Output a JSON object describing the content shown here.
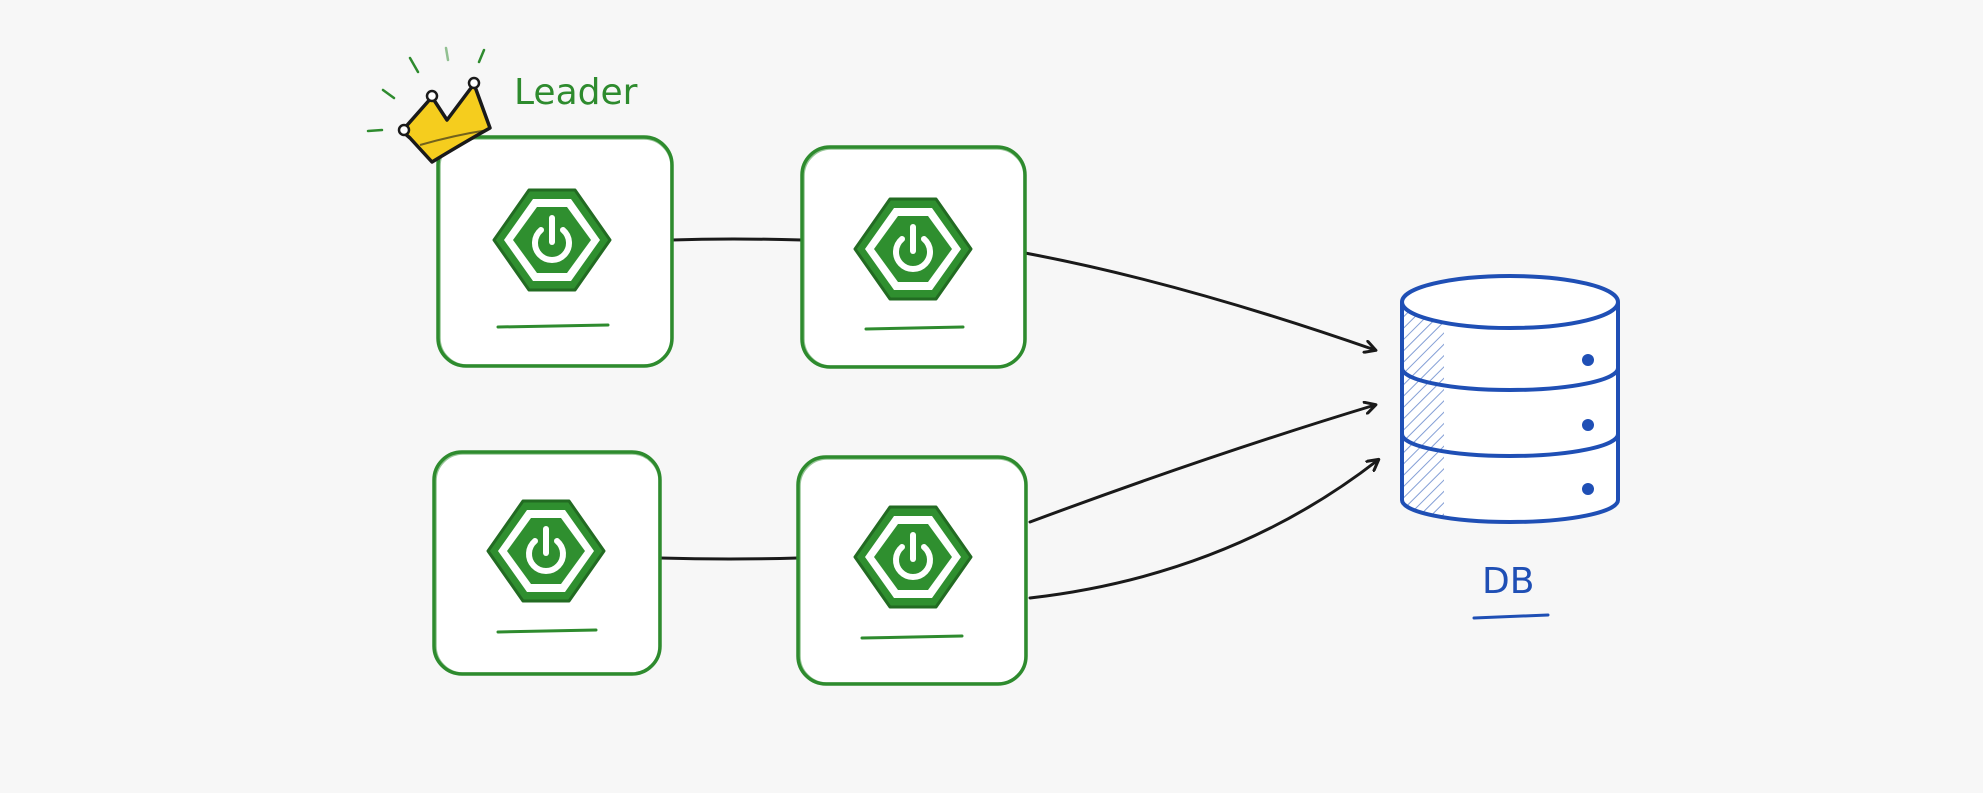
{
  "leader_label": "Leader",
  "db_label": "DB",
  "colors": {
    "background": "#f7f7f7",
    "node_stroke": "#2e8b2e",
    "logo_green": "#2f8f2f",
    "crown_fill": "#f5cd1e",
    "crown_stroke": "#1a1a1a",
    "db_stroke": "#1f4fb5",
    "link_stroke": "#1a1a1a"
  },
  "nodes": [
    {
      "id": "leader",
      "icon": "spring-power-icon",
      "is_leader": true
    },
    {
      "id": "top-right",
      "icon": "spring-power-icon",
      "is_leader": false
    },
    {
      "id": "bottom-left",
      "icon": "spring-power-icon",
      "is_leader": false
    },
    {
      "id": "bottom-right",
      "icon": "spring-power-icon",
      "is_leader": false
    }
  ],
  "database": {
    "icon": "database-cylinder-icon",
    "layers": 3
  }
}
